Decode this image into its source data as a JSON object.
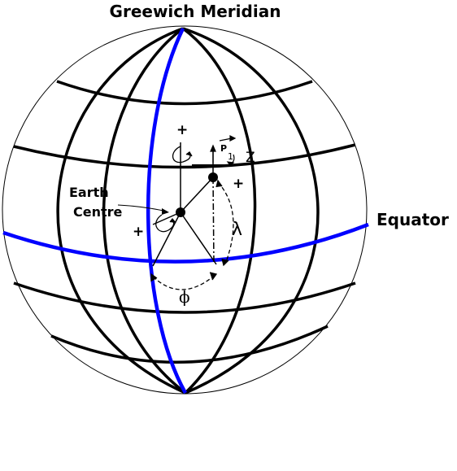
{
  "labels": {
    "greenwich": "Greewich Meridian",
    "equator": "Equator",
    "earth": "Earth",
    "centre": "Centre",
    "point": "P",
    "point_sub": "1",
    "z": "Z",
    "lambda": "λ",
    "phi": "ϕ",
    "plus": "+"
  },
  "colors": {
    "highlight": "#0000ff",
    "line": "#000000",
    "background": "#ffffff"
  }
}
